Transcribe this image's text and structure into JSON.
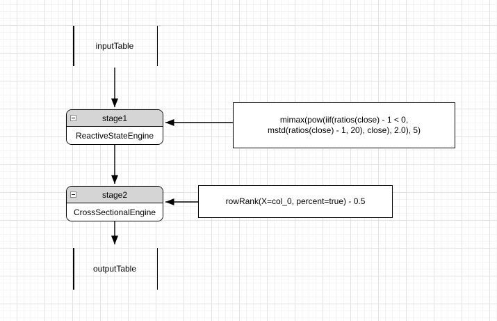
{
  "canvas": {
    "background": "#ffffff",
    "grid_minor_color": "#f4f4f4",
    "grid_major_color": "#e2e2e2"
  },
  "colors": {
    "node_header_fill": "#d5d5d5",
    "node_body_fill": "#ffffff",
    "stroke": "#000000"
  },
  "nodes": {
    "input_table": {
      "label": "inputTable"
    },
    "stage1": {
      "title": "stage1",
      "engine": "ReactiveStateEngine"
    },
    "stage2": {
      "title": "stage2",
      "engine": "CrossSectionalEngine"
    },
    "output_table": {
      "label": "outputTable"
    }
  },
  "annotations": {
    "stage1_formula": {
      "lines": [
        "mimax(pow(iif(ratios(close) - 1 < 0,",
        "mstd(ratios(close) - 1, 20), close), 2.0), 5)"
      ]
    },
    "stage2_formula": {
      "text": "rowRank(X=col_0, percent=true) - 0.5"
    }
  }
}
